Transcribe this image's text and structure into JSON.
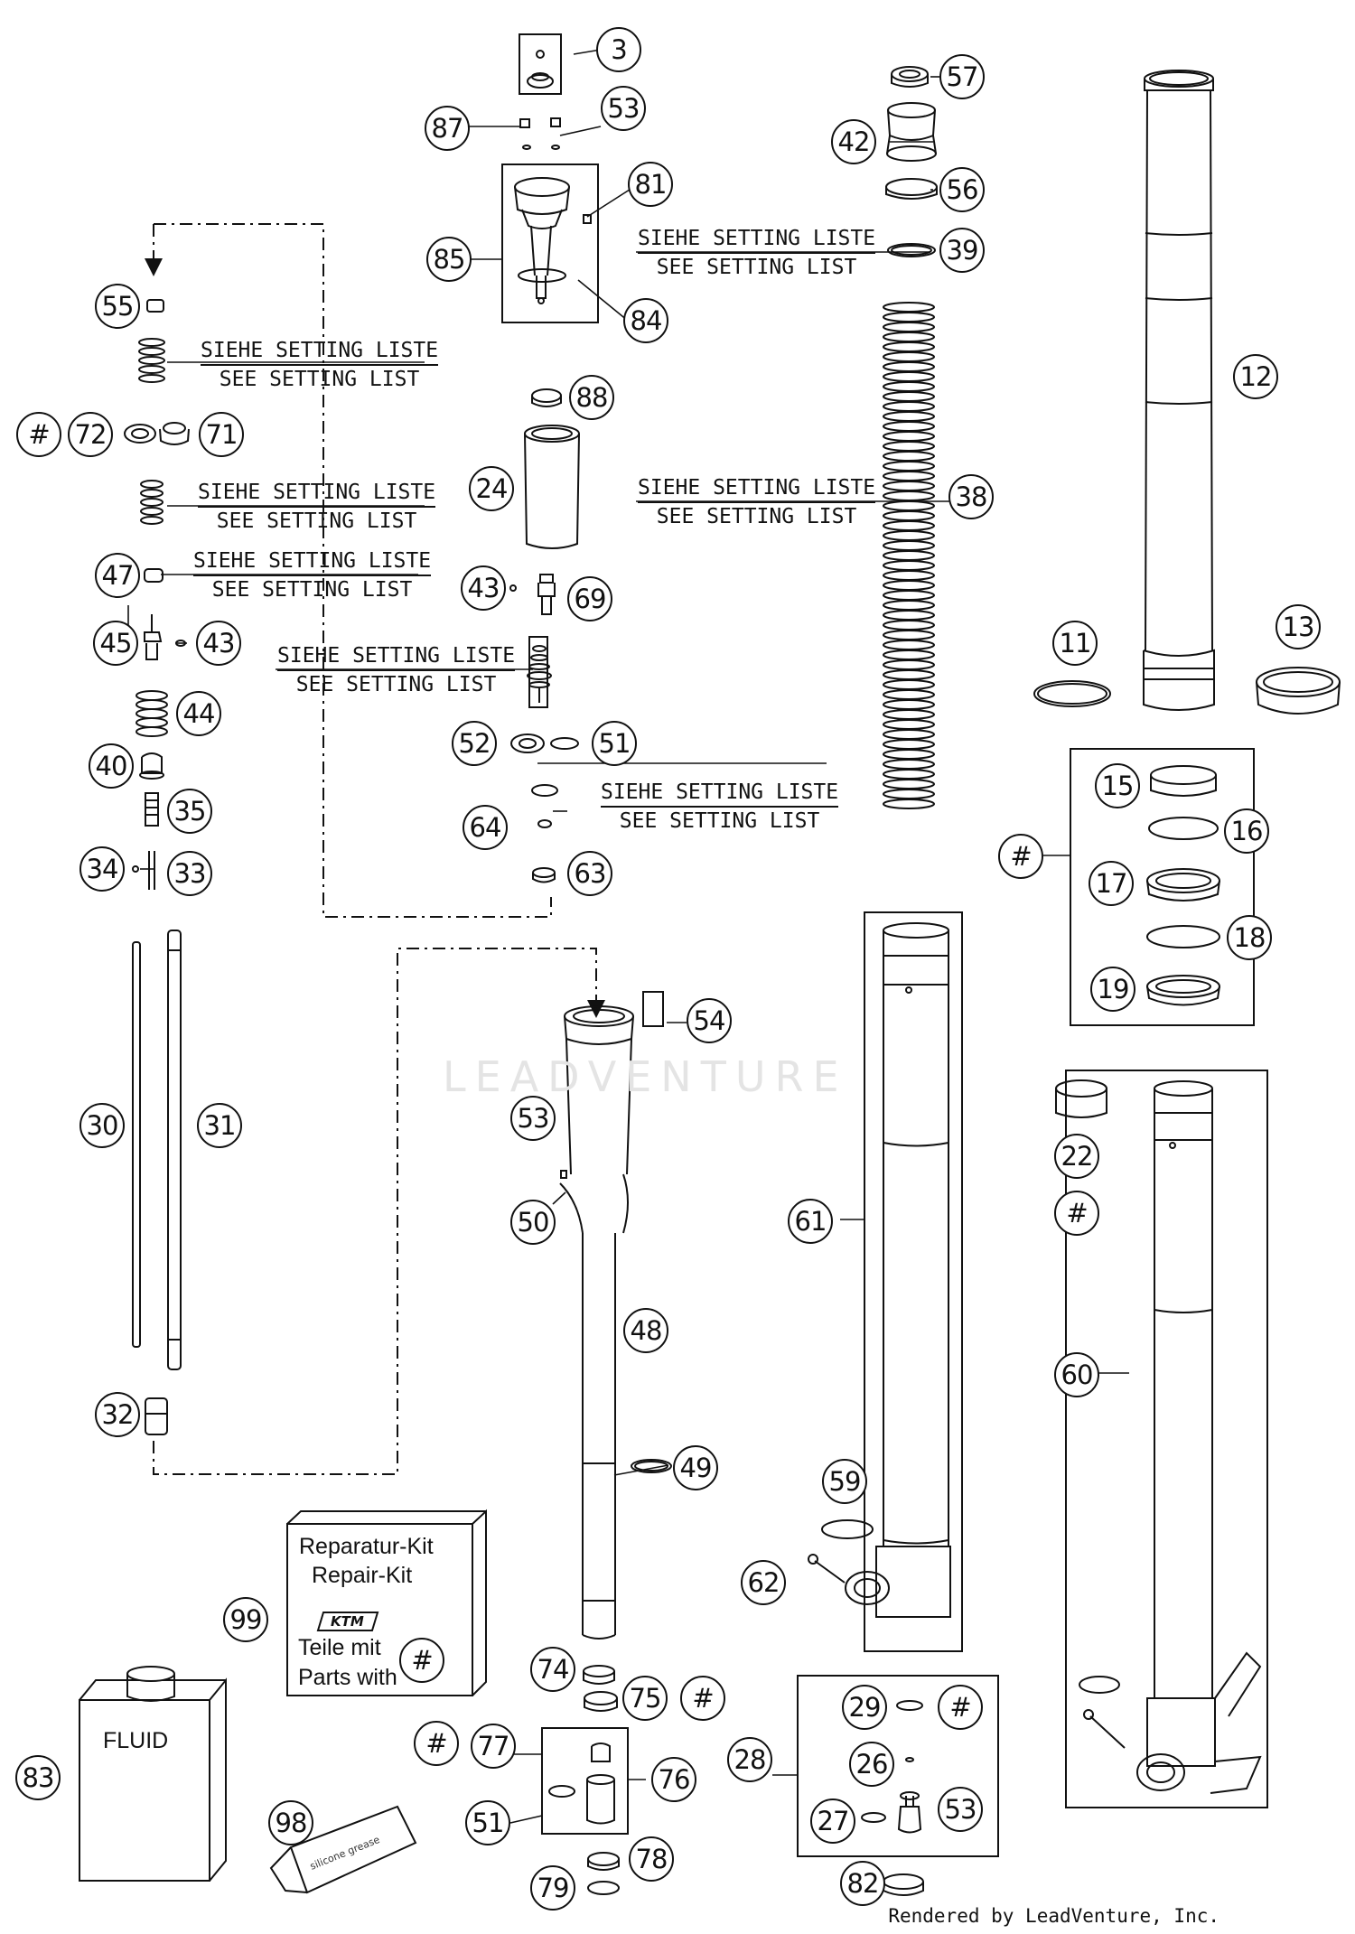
{
  "setting_note": {
    "line_de": "SIEHE SETTING LISTE",
    "line_en": "SEE SETTING LIST"
  },
  "kit_box": {
    "line1": "Reparatur-Kit",
    "line2": "Repair-Kit",
    "line3": "Teile mit",
    "line4": "Parts with",
    "marker": "#"
  },
  "fluid_label": "FLUID",
  "watermark": "LEADVENTURE",
  "credit": "Rendered by LeadVenture, Inc.",
  "callouts": [
    "3",
    "53",
    "87",
    "81",
    "85",
    "84",
    "57",
    "42",
    "56",
    "39",
    "12",
    "55",
    "#",
    "72",
    "71",
    "88",
    "24",
    "38",
    "47",
    "43",
    "69",
    "45",
    "43",
    "11",
    "13",
    "44",
    "40",
    "52",
    "51",
    "35",
    "64",
    "15",
    "16",
    "#",
    "17",
    "18",
    "19",
    "34",
    "33",
    "63",
    "54",
    "53",
    "30",
    "31",
    "50",
    "22",
    "#",
    "61",
    "48",
    "60",
    "32",
    "49",
    "59",
    "62",
    "99",
    "#",
    "74",
    "75",
    "#",
    "29",
    "#",
    "83",
    "#",
    "77",
    "76",
    "28",
    "26",
    "51",
    "27",
    "53",
    "98",
    "79",
    "78",
    "82"
  ]
}
